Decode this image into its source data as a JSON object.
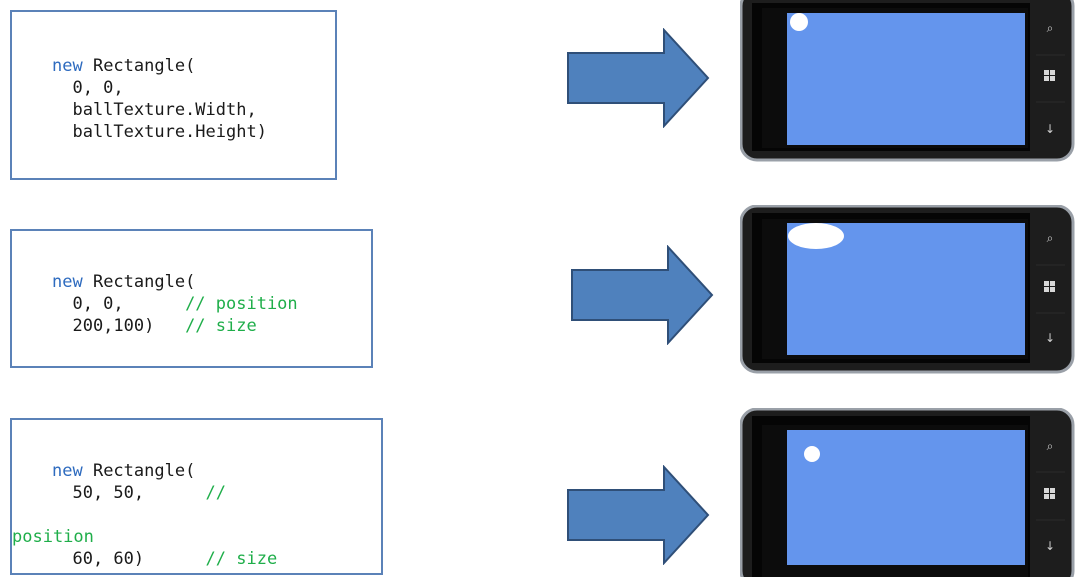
{
  "examples": [
    {
      "code": {
        "keyword": "new",
        "line1": " Rectangle(",
        "line2": "  0, 0,",
        "line3": "  ballTexture.Width,",
        "line4": "  ballTexture.Height)"
      },
      "phone_buttons": [
        "search-icon",
        "windows-icon",
        "back-icon"
      ]
    },
    {
      "code": {
        "keyword": "new",
        "line1": " Rectangle(",
        "line2a": "  0, 0,",
        "line2b": "      // position",
        "line3a": "  200,100)",
        "line3b": "   // size"
      },
      "phone_buttons": [
        "search-icon",
        "windows-icon",
        "back-icon"
      ]
    },
    {
      "code": {
        "keyword": "new",
        "line1": " Rectangle(",
        "line2a": "  50, 50,",
        "line2b": "      //",
        "line3": "position",
        "line4a": "  60, 60)",
        "line4b": "      // size"
      },
      "phone_buttons": [
        "search-icon",
        "windows-icon",
        "back-icon"
      ]
    }
  ],
  "colors": {
    "keyword": "#2e6bbf",
    "comment": "#1fae4a",
    "border": "#5b82b8",
    "arrow_fill": "#4f81bd",
    "arrow_stroke": "#2f4f78",
    "screen": "#6495ed"
  }
}
